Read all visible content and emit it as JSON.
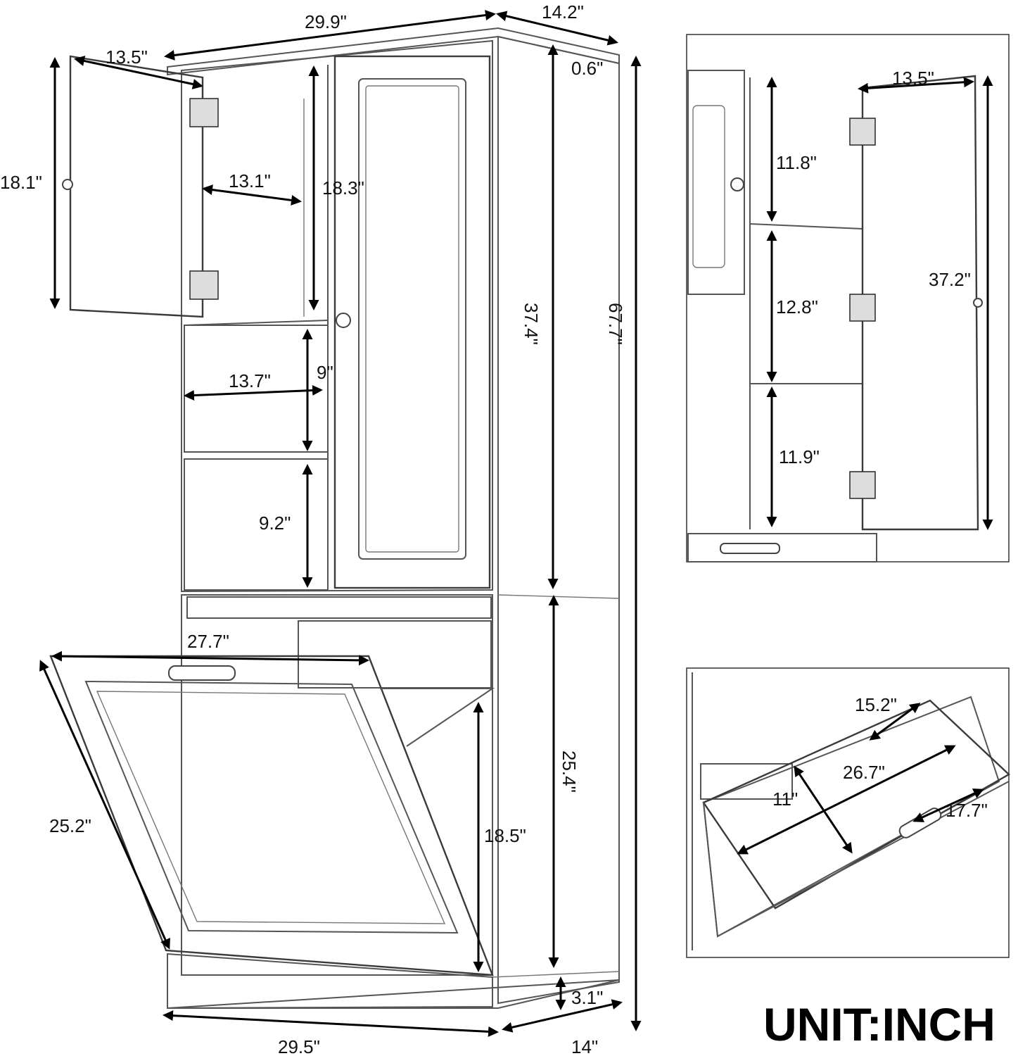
{
  "unit_label": "UNIT:INCH",
  "main_view": {
    "overall_width": "29.9\"",
    "overall_depth": "14.2\"",
    "top_thickness": "0.6\"",
    "upper_door_width": "13.5\"",
    "upper_door_height": "18.1\"",
    "upper_shelf_width": "13.1\"",
    "upper_shelf_height": "18.3\"",
    "middle_shelf_width": "13.7\"",
    "middle_shelf_height": "9\"",
    "lower_shelf_height": "9.2\"",
    "tall_door_height": "37.4\"",
    "overall_height": "67.7\"",
    "hamper_width": "27.7\"",
    "hamper_diagonal": "25.2\"",
    "hamper_inner_height": "18.5\"",
    "base_cabinet_height": "25.4\"",
    "plinth_height": "3.1\"",
    "base_width": "29.5\"",
    "base_depth": "14\""
  },
  "detail_door": {
    "door_width": "13.5\"",
    "shelf_1_height": "11.8\"",
    "shelf_2_height": "12.8\"",
    "shelf_3_height": "11.9\"",
    "door_height": "37.2\""
  },
  "detail_hamper": {
    "top_width": "15.2\"",
    "bottom_width": "26.7\"",
    "depth": "11\"",
    "side_depth": "17.7\""
  }
}
